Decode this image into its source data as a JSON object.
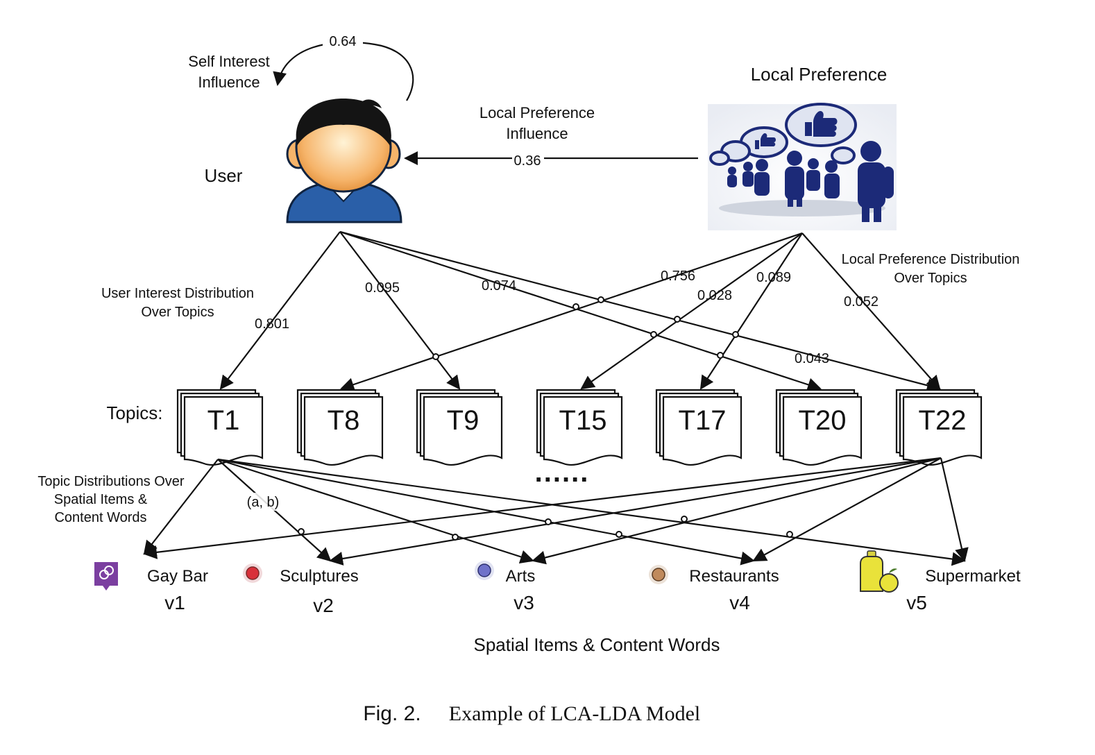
{
  "labels": {
    "self_interest_1": "Self Interest",
    "self_interest_2": "Influence",
    "self_weight": "0.64",
    "user": "User",
    "local_preference": "Local Preference",
    "lp_influence_1": "Local Preference",
    "lp_influence_2": "Influence",
    "lp_weight": "0.36",
    "user_dist_1": "User Interest Distribution",
    "user_dist_2": "Over Topics",
    "local_dist_1": "Local Preference Distribution",
    "local_dist_2": "Over Topics",
    "topics_label": "Topics:",
    "topic_dist_1": "Topic Distributions Over",
    "topic_dist_2": "Spatial Items &",
    "topic_dist_3": "Content Words",
    "pair_label": "(a, b)",
    "ellipsis": "......",
    "items_title": "Spatial Items & Content Words",
    "caption_fig": "Fig. 2.",
    "caption_text": "Example of LCA-LDA Model"
  },
  "weights": {
    "u_t1": "0.801",
    "u_t9": "0.095",
    "u_t20": "0.074",
    "u_t22": "0.043",
    "l_t8": "0.756",
    "l_t15": "0.028",
    "l_t17": "0.089",
    "l_t22": "0.052"
  },
  "topics": [
    "T1",
    "T8",
    "T9",
    "T15",
    "T17",
    "T20",
    "T22"
  ],
  "items": [
    {
      "name": "Gay Bar",
      "id": "v1",
      "icon": "gay-bar-icon",
      "color": "#7b3fa0"
    },
    {
      "name": "Sculptures",
      "id": "v2",
      "icon": "sculpture-dot-icon",
      "color": "#d8303a"
    },
    {
      "name": "Arts",
      "id": "v3",
      "icon": "arts-dot-icon",
      "color": "#6f72c9"
    },
    {
      "name": "Restaurants",
      "id": "v4",
      "icon": "restaurant-dot-icon",
      "color": "#c08a5c"
    },
    {
      "name": "Supermarket",
      "id": "v5",
      "icon": "supermarket-icon",
      "color": "#e9e23a"
    }
  ],
  "colors": {
    "crowd": "#1c2a78",
    "shirt": "#2a5fa8",
    "face": "#f6b46a",
    "hair": "#141414"
  }
}
